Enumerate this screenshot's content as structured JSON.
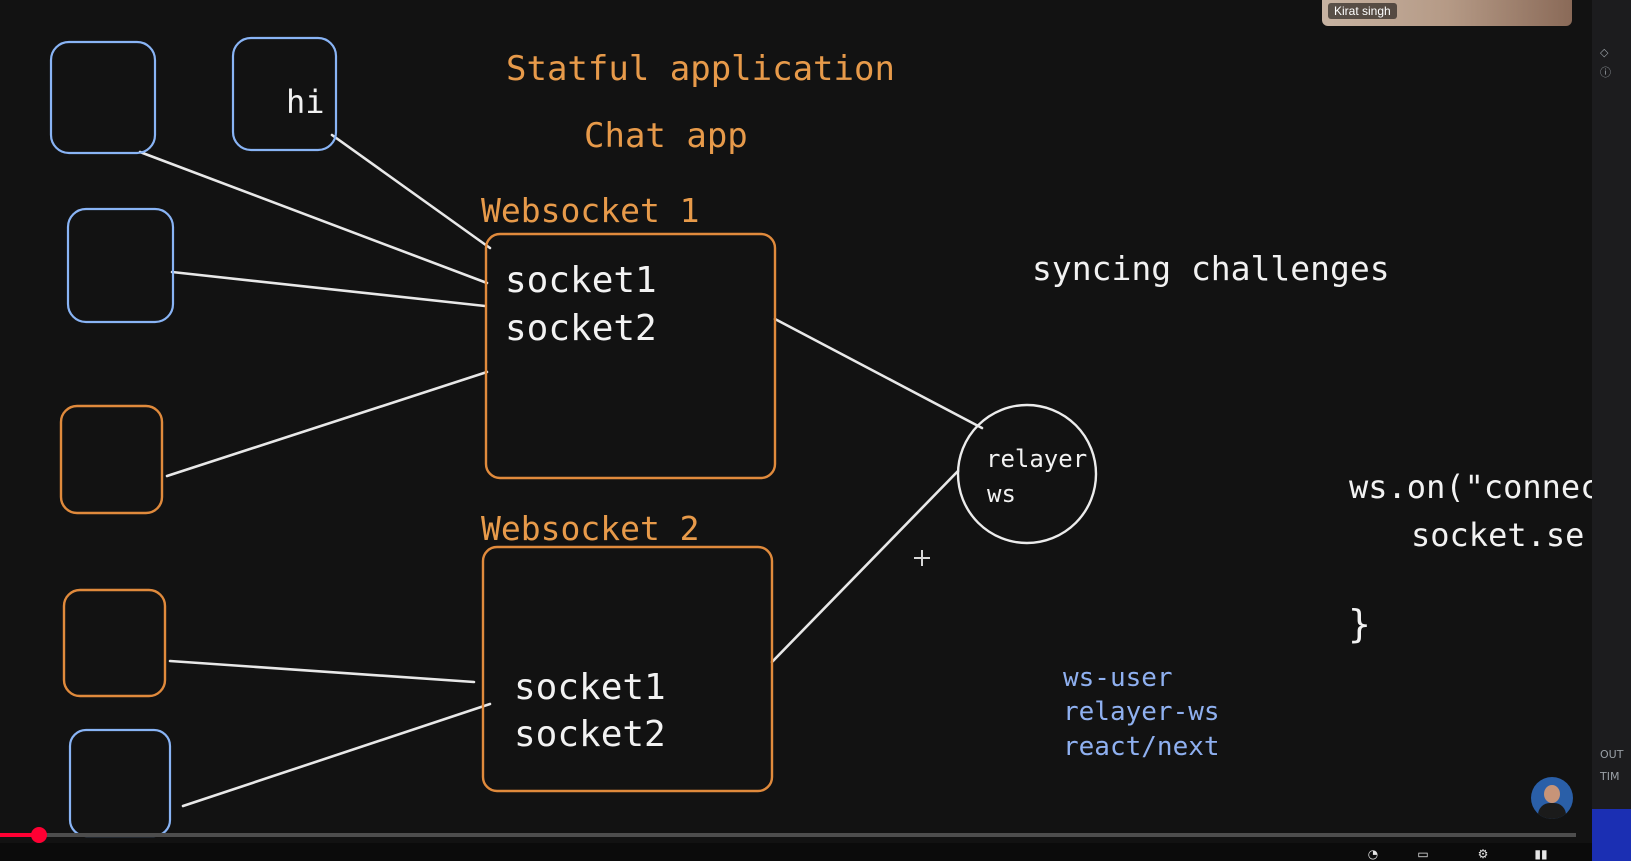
{
  "diagram": {
    "title": "Statful application",
    "subtitle": "Chat app",
    "server1": {
      "label": "Websocket 1",
      "sockets": [
        "socket1",
        "socket2"
      ]
    },
    "server2": {
      "label": "Websocket 2",
      "sockets": [
        "socket1",
        "socket2"
      ]
    },
    "client_message": "hi",
    "relayer": {
      "line1": "relayer",
      "line2": "ws"
    },
    "note": "syncing challenges",
    "code": {
      "line1": "ws.on(\"connec",
      "line2": "socket.se",
      "line3": "}"
    },
    "services": [
      "ws-user",
      "relayer-ws",
      "react/next"
    ],
    "colors": {
      "orange": "#e08a3c",
      "blue": "#89b4f5",
      "wire": "#e8e8e8",
      "background": "#121212"
    }
  },
  "webcam": {
    "name": "Kirat singh"
  },
  "player": {
    "progress_percent": 2.5,
    "progress_color": "#ff0033"
  },
  "right_panel": {
    "items": [
      "OUT",
      "TIM"
    ]
  }
}
